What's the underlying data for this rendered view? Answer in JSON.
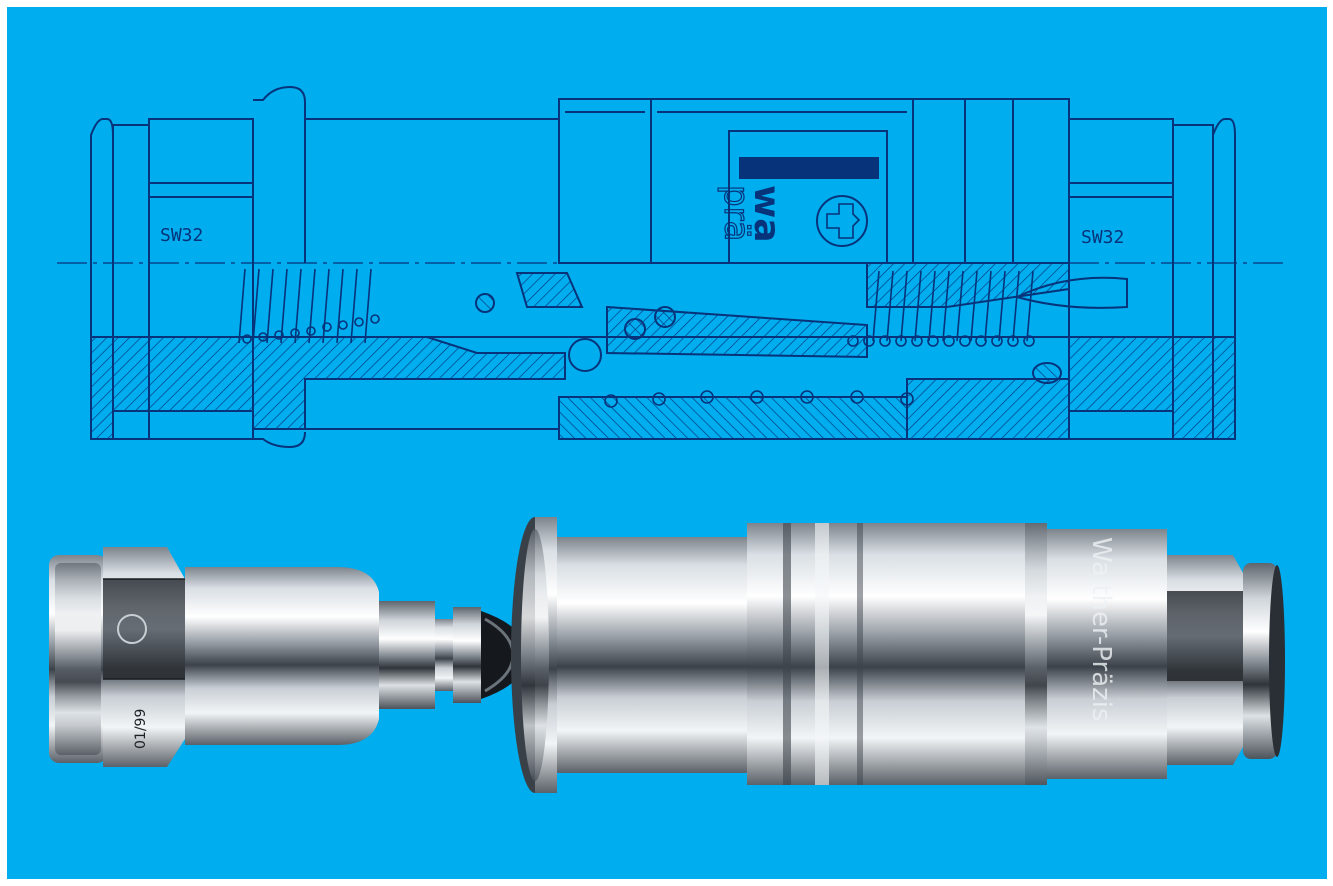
{
  "drawing": {
    "wrench_size_left": "SW32",
    "wrench_size_right": "SW32",
    "logo_text_top": "wa",
    "logo_text_bottom": "prä"
  },
  "photo": {
    "plug_date_stamp": "01/99",
    "coupling_engraving": "Walther-Präzis"
  },
  "colors": {
    "background": "#00adef",
    "line": "#07337a",
    "steel_light": "#e9eef2",
    "steel_dark": "#2a2f36"
  }
}
